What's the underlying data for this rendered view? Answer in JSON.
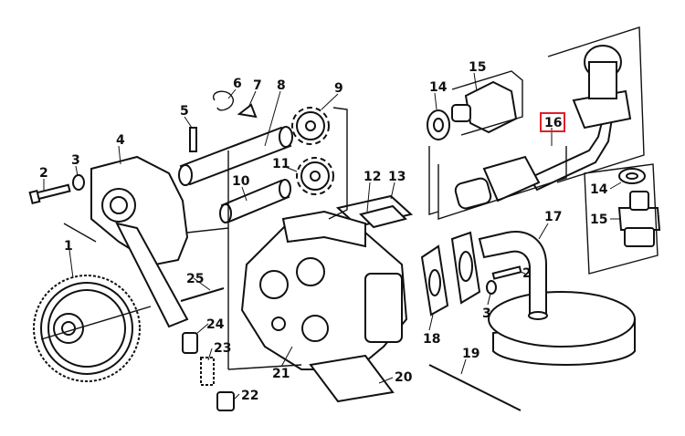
{
  "highlight_color": "#e0202a",
  "callouts": [
    {
      "id": "c1",
      "text": "1"
    },
    {
      "id": "c2a",
      "text": "2"
    },
    {
      "id": "c2b",
      "text": "2"
    },
    {
      "id": "c3a",
      "text": "3"
    },
    {
      "id": "c3b",
      "text": "3"
    },
    {
      "id": "c4",
      "text": "4"
    },
    {
      "id": "c5",
      "text": "5"
    },
    {
      "id": "c6",
      "text": "6"
    },
    {
      "id": "c7",
      "text": "7"
    },
    {
      "id": "c8",
      "text": "8"
    },
    {
      "id": "c9",
      "text": "9"
    },
    {
      "id": "c10",
      "text": "10"
    },
    {
      "id": "c11",
      "text": "11"
    },
    {
      "id": "c12",
      "text": "12"
    },
    {
      "id": "c13",
      "text": "13"
    },
    {
      "id": "c14a",
      "text": "14"
    },
    {
      "id": "c14b",
      "text": "14"
    },
    {
      "id": "c15a",
      "text": "15"
    },
    {
      "id": "c15b",
      "text": "15"
    },
    {
      "id": "c16",
      "text": "16"
    },
    {
      "id": "c17",
      "text": "17"
    },
    {
      "id": "c18",
      "text": "18"
    },
    {
      "id": "c19",
      "text": "19"
    },
    {
      "id": "c20",
      "text": "20"
    },
    {
      "id": "c21",
      "text": "21"
    },
    {
      "id": "c22",
      "text": "22"
    },
    {
      "id": "c23",
      "text": "23"
    },
    {
      "id": "c24",
      "text": "24"
    },
    {
      "id": "c25",
      "text": "25"
    }
  ]
}
